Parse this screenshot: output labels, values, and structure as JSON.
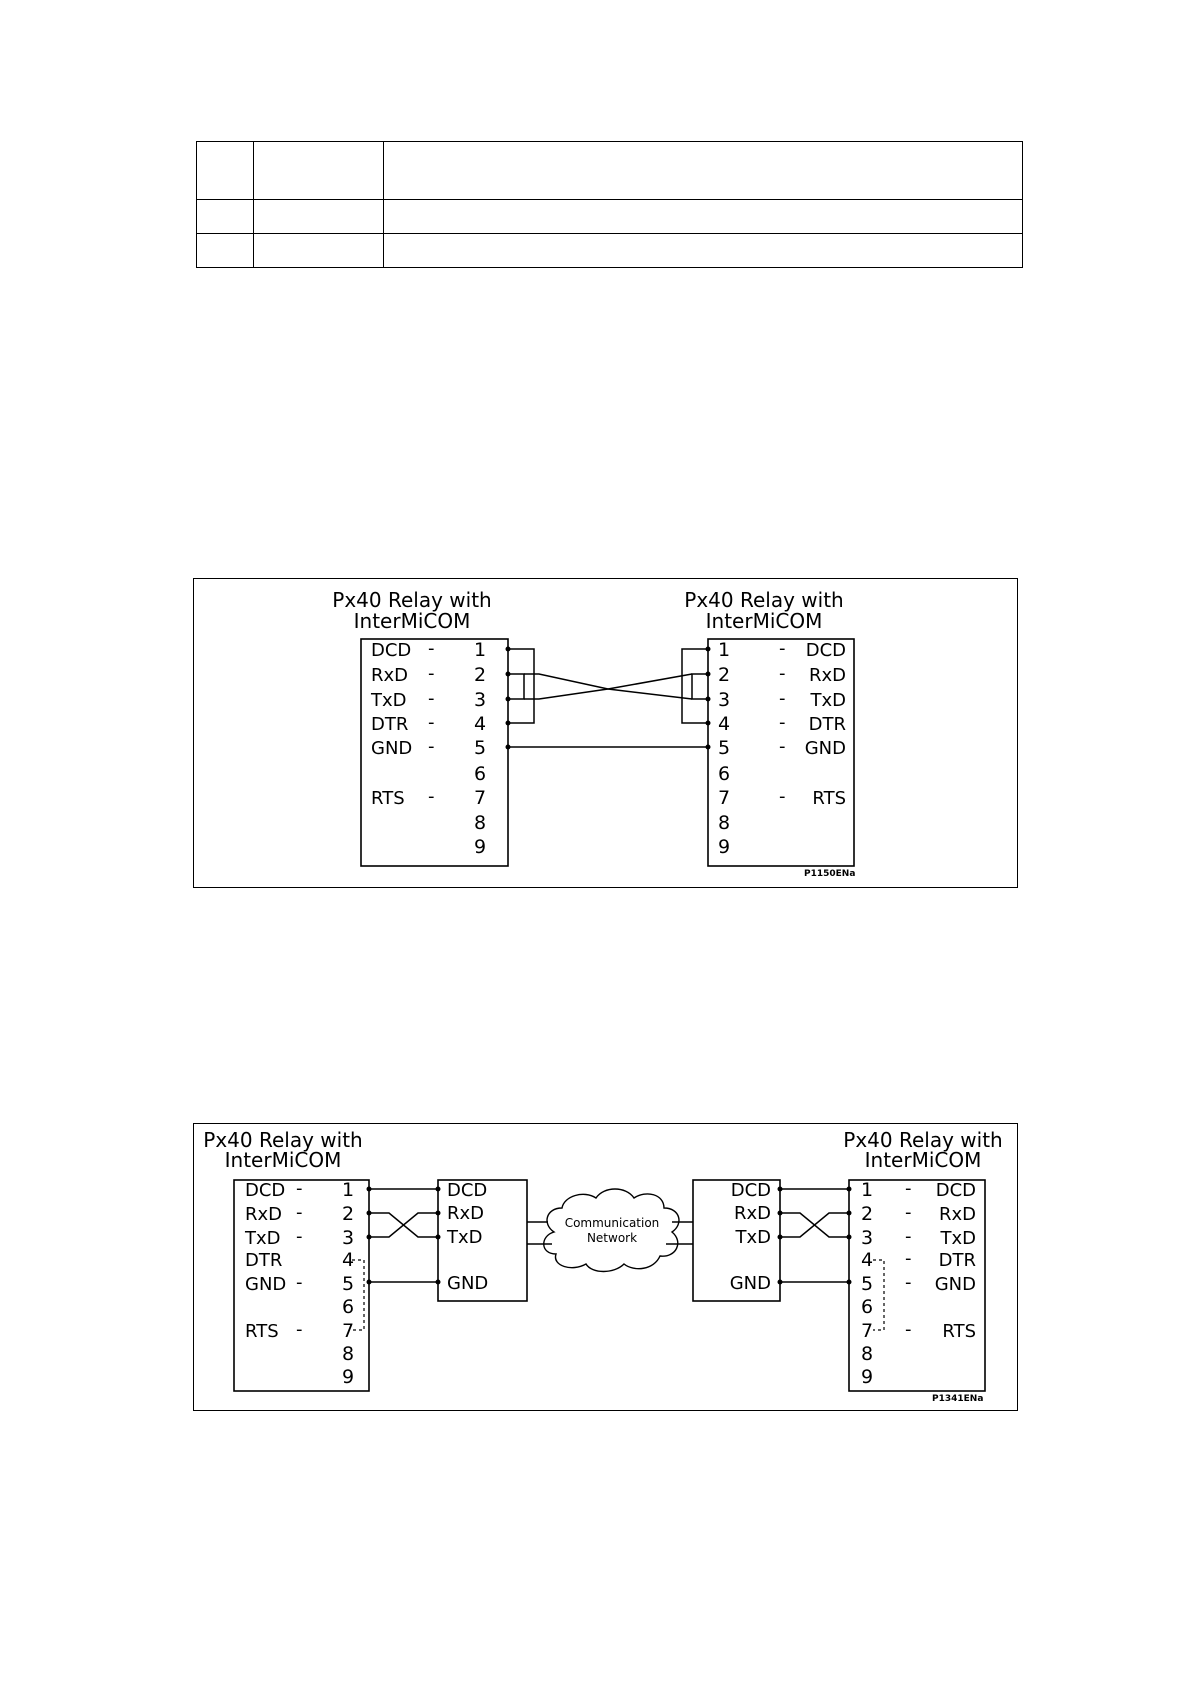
{
  "table": {
    "rows": [
      [
        "",
        "",
        ""
      ],
      [
        "",
        "",
        ""
      ],
      [
        "",
        "",
        ""
      ]
    ]
  },
  "fig1": {
    "left_title_1": "Px40 Relay with",
    "left_title_2": "InterMiCOM",
    "right_title_1": "Px40 Relay with",
    "right_title_2": "InterMiCOM",
    "left_signals": [
      "DCD",
      "RxD",
      "TxD",
      "DTR",
      "GND",
      "RTS"
    ],
    "right_signals": [
      "DCD",
      "RxD",
      "TxD",
      "DTR",
      "GND",
      "RTS"
    ],
    "pins": [
      "1",
      "2",
      "3",
      "4",
      "5",
      "6",
      "7",
      "8",
      "9"
    ],
    "ref": "P1150ENa"
  },
  "fig2": {
    "left_title_1": "Px40 Relay with",
    "left_title_2": "InterMiCOM",
    "right_title_1": "Px40 Relay with",
    "right_title_2": "InterMiCOM",
    "left_signals": [
      "DCD",
      "RxD",
      "TxD",
      "DTR",
      "GND",
      "RTS"
    ],
    "right_signals": [
      "DCD",
      "RxD",
      "TxD",
      "DTR",
      "GND",
      "RTS"
    ],
    "pins": [
      "1",
      "2",
      "3",
      "4",
      "5",
      "6",
      "7",
      "8",
      "9"
    ],
    "modem_left_signals": [
      "DCD",
      "RxD",
      "TxD",
      "GND"
    ],
    "modem_right_signals": [
      "DCD",
      "RxD",
      "TxD",
      "GND"
    ],
    "network_line1": "Communication",
    "network_line2": "Network",
    "ref": "P1341ENa"
  }
}
